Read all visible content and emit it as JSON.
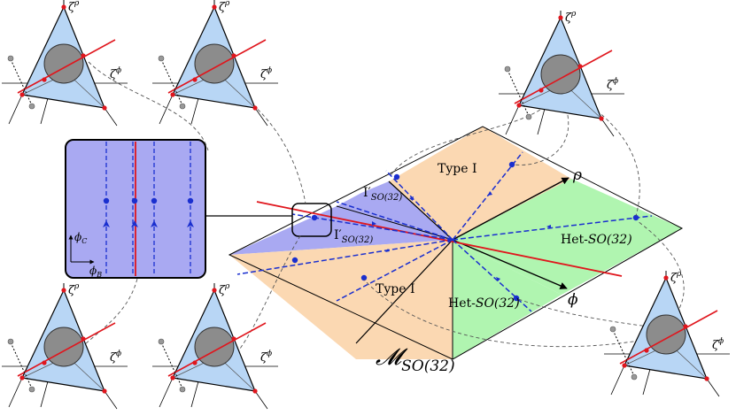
{
  "diagram": {
    "moduli_label": "𝓜",
    "moduli_subscript": "SO(32)",
    "axis_rho": "ρ",
    "axis_phi": "ϕ",
    "regions": {
      "type1_top": "Type I",
      "type1_bottom": "Type I",
      "het_right": "Het-",
      "het_right_group": "SO(32)",
      "het_bottom": "Het-",
      "het_bottom_group": "SO(32)",
      "iprime_upper": "I′",
      "iprime_upper_sub": "SO(32)",
      "iprime_lower": "I′",
      "iprime_lower_sub": "SO(32)"
    },
    "inset_axes": {
      "phi_c": "ϕ",
      "phi_c_sub": "C",
      "phi_b": "ϕ",
      "phi_b_sub": "B"
    },
    "triangle_labels": {
      "zeta_rho": "ζ",
      "zeta_rho_sup": "ρ",
      "zeta_phi": "ζ",
      "zeta_phi_sup": "ϕ"
    },
    "colors": {
      "type1": "#fbd8b2",
      "het": "#b0f5b0",
      "iprime": "#a9a9f2",
      "triangle": "#b8d6f5",
      "disk": "#8c8c8c",
      "red_line": "#e0161d",
      "blue_flow": "#1a2fcf"
    }
  }
}
